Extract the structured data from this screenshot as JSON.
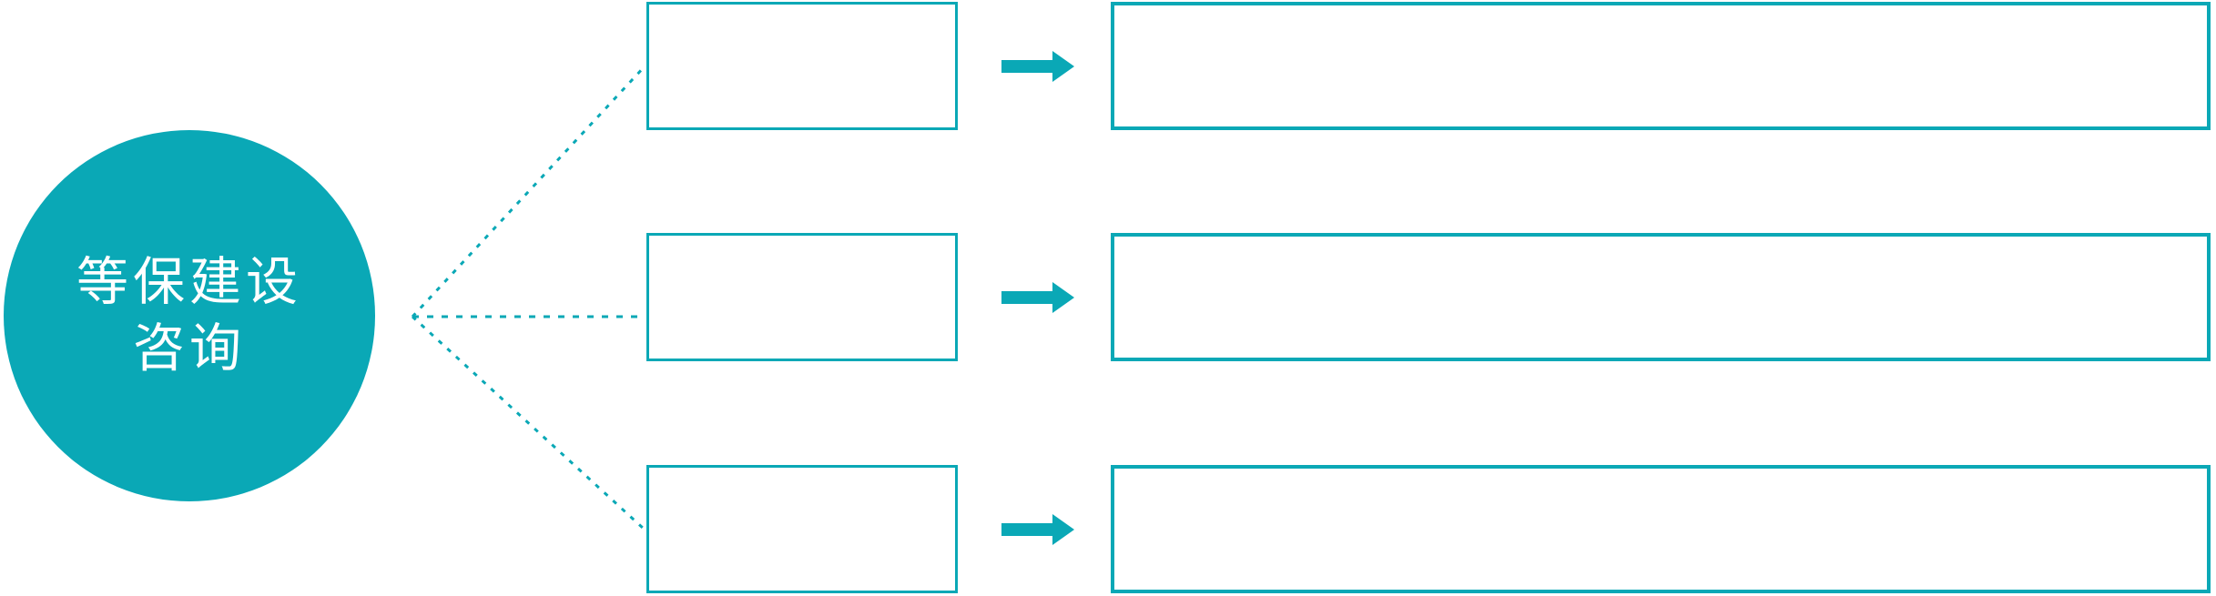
{
  "colors": {
    "accent": "#0aa8b6",
    "box_fill": "#ffffff",
    "circle_text": "#ffffff"
  },
  "circle": {
    "label_line1": "等保建设",
    "label_line2": "咨询"
  },
  "rows": [
    {
      "small_box_label": "",
      "large_box_label": ""
    },
    {
      "small_box_label": "",
      "large_box_label": ""
    },
    {
      "small_box_label": "",
      "large_box_label": ""
    }
  ],
  "icons": {
    "arrow": "arrow-right-icon",
    "connectors": "dotted-fan-lines"
  }
}
